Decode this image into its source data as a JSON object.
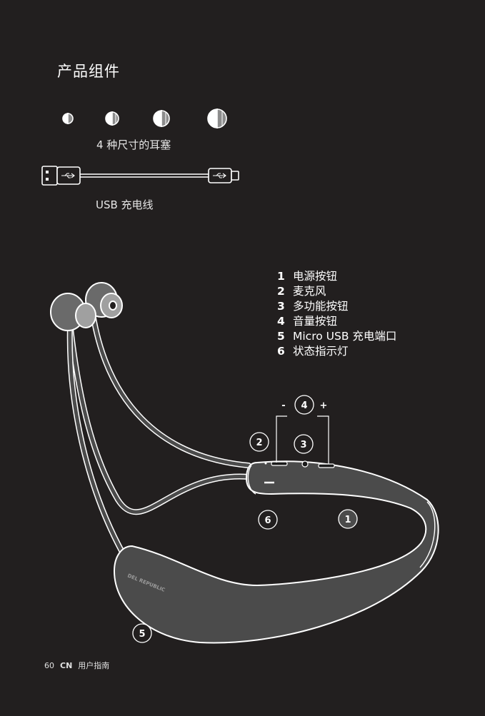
{
  "heading": "产品组件",
  "eartips_caption": "4 种尺寸的耳塞",
  "usb_caption": "USB 充电线",
  "parts": [
    {
      "num": "1",
      "label": "电源按钮"
    },
    {
      "num": "2",
      "label": "麦克风"
    },
    {
      "num": "3",
      "label": "多功能按钮"
    },
    {
      "num": "4",
      "label": "音量按钮"
    },
    {
      "num": "5",
      "label": "Micro USB 充电端口"
    },
    {
      "num": "6",
      "label": "状态指示灯"
    }
  ],
  "callouts": {
    "c1": "1",
    "c2": "2",
    "c3": "3",
    "c4": "4",
    "c5": "5",
    "c6": "6",
    "minus": "-",
    "plus": "+"
  },
  "brand_text": "DEL REPUBLIC",
  "footer": {
    "page": "60",
    "lang": "CN",
    "guide": "用户指南"
  },
  "colors": {
    "background": "#221f1f",
    "band": "#4b4b4b",
    "outline": "#ffffff",
    "tip": "#8c8c8c"
  }
}
